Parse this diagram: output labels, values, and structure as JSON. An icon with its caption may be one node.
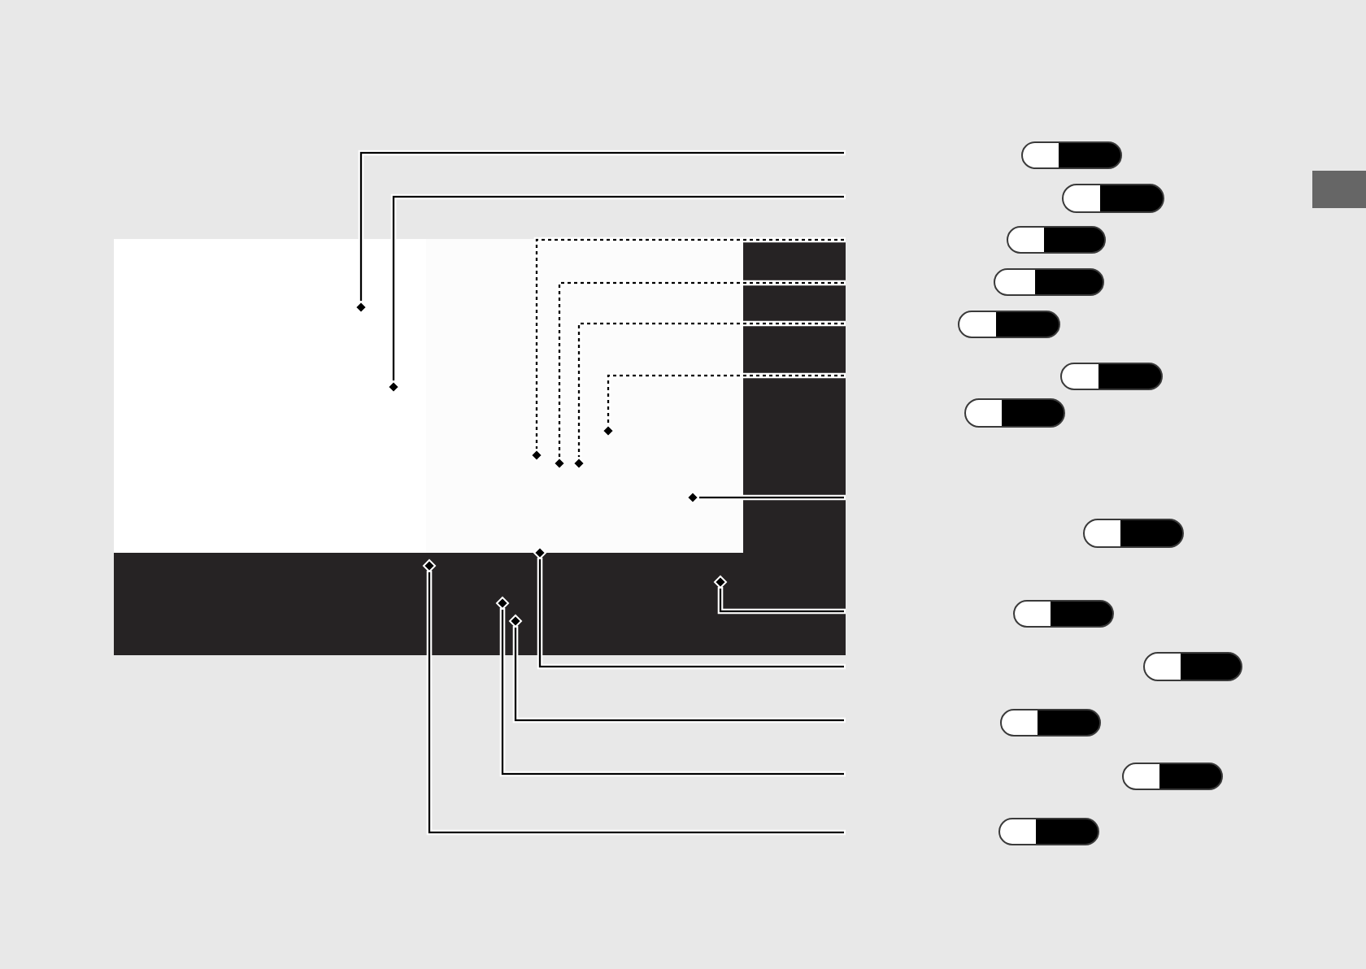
{
  "diagram": {
    "nodes": [
      {
        "text": [],
        "shape": "picture"
      },
      {
        "text": [],
        "shape": "diamond",
        "in": 0
      },
      {
        "text": [],
        "shape": "diamond",
        "in": 0
      },
      {
        "text": [],
        "shape": "diamond",
        "in": 0
      },
      {
        "text": [],
        "shape": "diamond",
        "in": 0
      },
      {
        "text": [],
        "shape": "diamond",
        "in": 0
      },
      {
        "text": [],
        "shape": "diamond",
        "in": 0
      },
      {
        "text": [],
        "shape": "diamond",
        "in": 0
      },
      {
        "text": [],
        "shape": "diamond",
        "in": 0
      },
      {
        "text": [],
        "shape": "diamond",
        "in": 0
      },
      {
        "text": [],
        "shape": "diamond",
        "in": 0
      },
      {
        "text": [],
        "shape": "diamond",
        "in": 0
      },
      {
        "text": [],
        "shape": "diamond",
        "in": 0
      },
      {
        "text": [],
        "shape": "box"
      },
      {
        "text": [],
        "shape": "box"
      },
      {
        "text": [],
        "shape": "box"
      },
      {
        "text": [],
        "shape": "box"
      },
      {
        "text": [],
        "shape": "box"
      },
      {
        "text": [],
        "shape": "box"
      },
      {
        "text": [],
        "shape": "box"
      },
      {
        "text": [],
        "shape": "box"
      },
      {
        "text": [],
        "shape": "box"
      },
      {
        "text": [],
        "shape": "box"
      },
      {
        "text": [],
        "shape": "box"
      },
      {
        "text": [],
        "shape": "box"
      },
      {
        "text": [],
        "shape": "box"
      }
    ],
    "edges": [
      {
        "from": null,
        "to": 1,
        "arrow": "none"
      },
      {
        "from": null,
        "to": 2,
        "arrow": "none"
      },
      {
        "from": null,
        "to": 3,
        "arrow": "none",
        "style": "dashed"
      },
      {
        "from": null,
        "to": 4,
        "arrow": "none",
        "style": "dashed"
      },
      {
        "from": null,
        "to": 5,
        "arrow": "none",
        "style": "dashed"
      },
      {
        "from": null,
        "to": 6,
        "arrow": "none",
        "style": "dashed"
      },
      {
        "from": null,
        "to": 7,
        "arrow": "none"
      },
      {
        "from": null,
        "to": 8,
        "arrow": "none"
      },
      {
        "from": null,
        "to": 9,
        "arrow": "none"
      },
      {
        "from": null,
        "to": 10,
        "arrow": "none"
      },
      {
        "from": null,
        "to": 11,
        "arrow": "none"
      },
      {
        "from": null,
        "to": 12,
        "arrow": "none"
      }
    ]
  }
}
